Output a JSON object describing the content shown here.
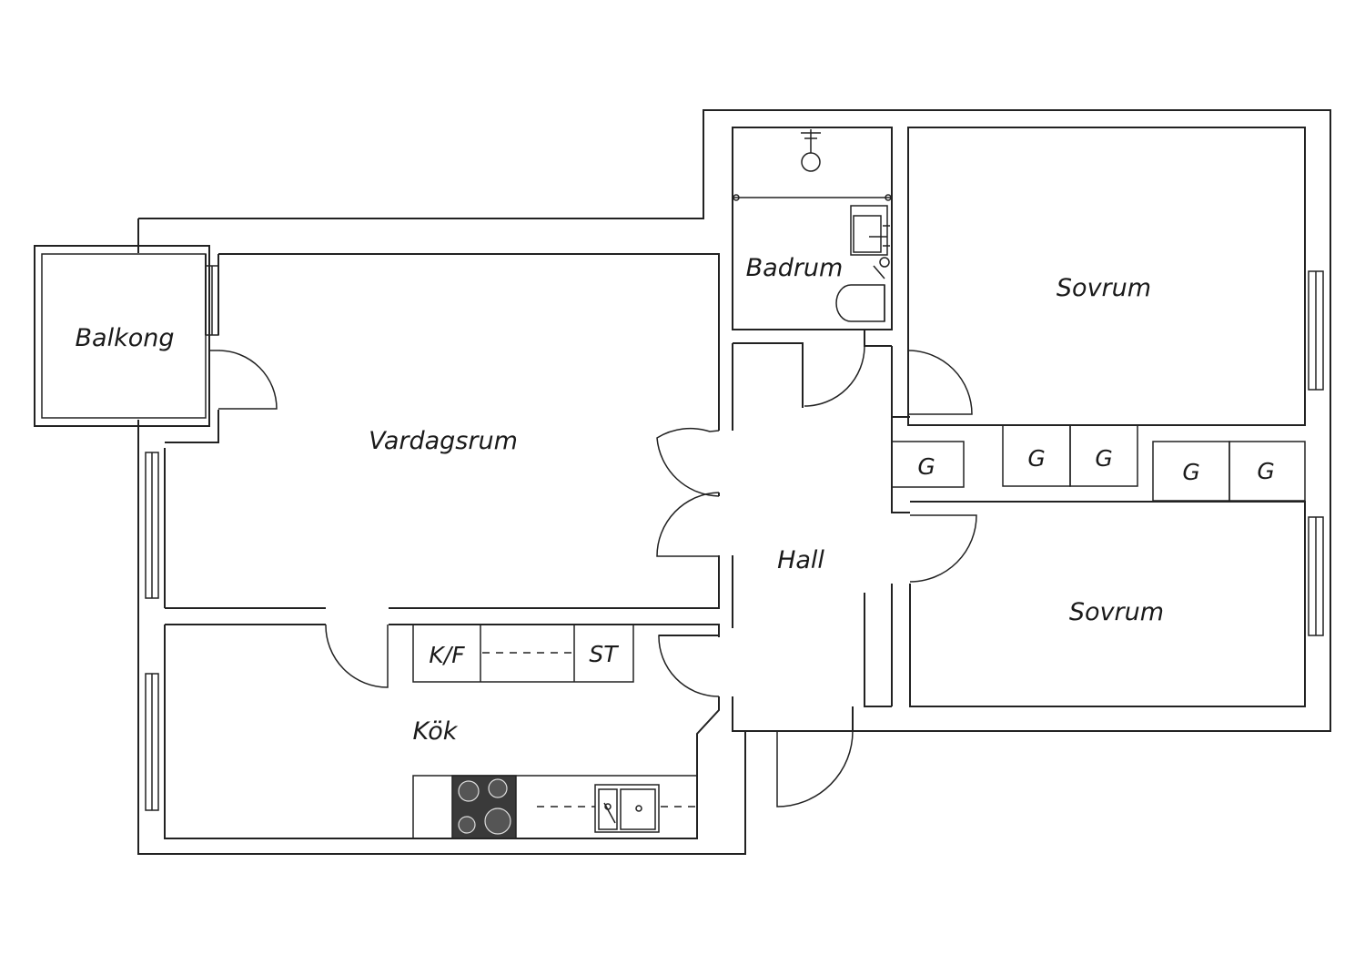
{
  "rooms": {
    "balkong": "Balkong",
    "vardagsrum": "Vardagsrum",
    "badrum": "Badrum",
    "sovrum_1": "Sovrum",
    "sovrum_2": "Sovrum",
    "hall": "Hall",
    "kok": "Kök"
  },
  "fixtures": {
    "wardrobe_1": "G",
    "wardrobe_2": "G",
    "wardrobe_3": "G",
    "wardrobe_4": "G",
    "wardrobe_5": "G",
    "fridge_freezer": "K/F",
    "storage": "ST"
  },
  "colors": {
    "line": "#222222",
    "stove": "#3a3a3a",
    "background": "#ffffff"
  }
}
